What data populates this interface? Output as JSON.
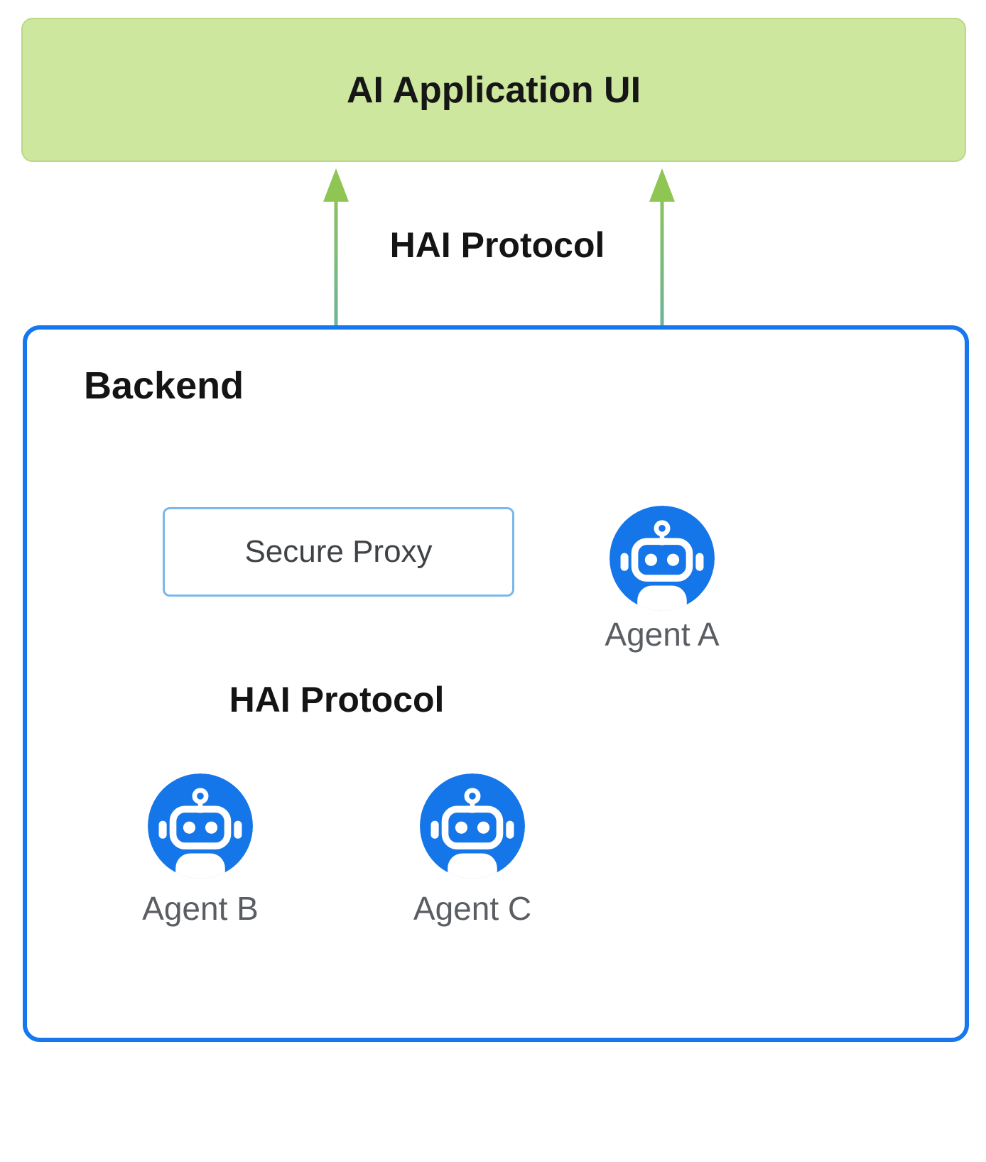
{
  "app": {
    "title": "AI Application UI"
  },
  "labels": {
    "hai_protocol_top": "HAI Protocol",
    "hai_protocol_bottom": "HAI Protocol",
    "backend": "Backend",
    "secure_proxy": "Secure Proxy"
  },
  "agents": [
    {
      "label": "Agent A",
      "icon": "robot-icon"
    },
    {
      "label": "Agent B",
      "icon": "robot-icon"
    },
    {
      "label": "Agent C",
      "icon": "robot-icon"
    }
  ],
  "connections": [
    {
      "from": "AI Application UI",
      "to": "Secure Proxy",
      "protocol": "HAI Protocol",
      "bidirectional": true
    },
    {
      "from": "AI Application UI",
      "to": "Agent A",
      "protocol": "HAI Protocol",
      "bidirectional": true
    },
    {
      "from": "Secure Proxy",
      "to": "Agent B",
      "protocol": "HAI Protocol",
      "bidirectional": true
    },
    {
      "from": "Secure Proxy",
      "to": "Agent C",
      "protocol": "HAI Protocol",
      "bidirectional": true
    }
  ],
  "colors": {
    "ui_box_fill": "#cde79f",
    "ui_box_border": "#b9d985",
    "backend_border": "#1677ee",
    "proxy_border": "#79b7ec",
    "arrow_green": "#8fc653",
    "arrow_blue": "#42a0ea",
    "connector_blue": "#47a2ec",
    "robot_blue": "#1476e8",
    "title_text": "#161616",
    "proxy_text": "#3f4347",
    "agent_label_text": "#5a5e63"
  }
}
